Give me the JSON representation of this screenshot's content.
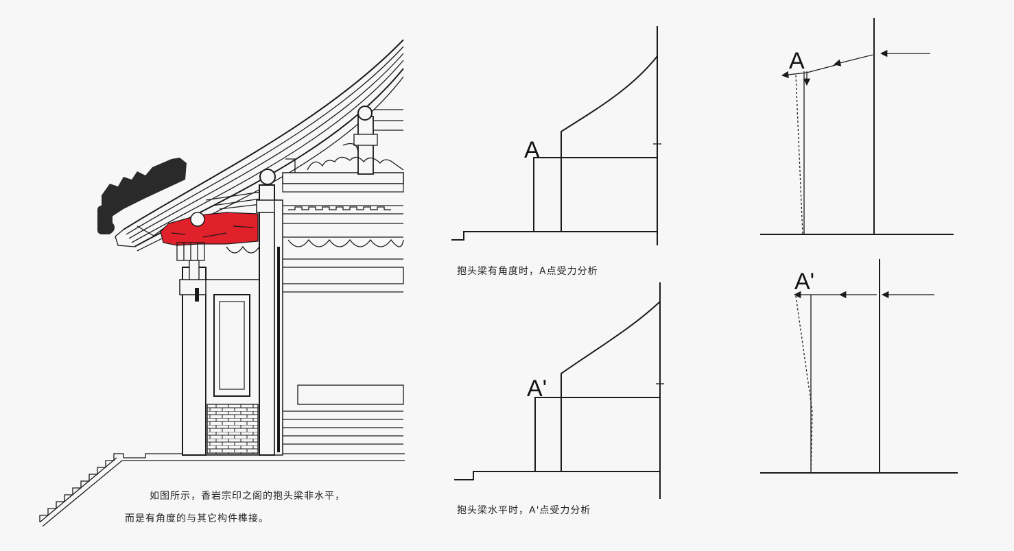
{
  "building_caption": {
    "line1": "如图所示，香岩宗印之阁的抱头梁非水平，",
    "line2": "而是有角度的与其它构件榫接。"
  },
  "top_diagram": {
    "point_label": "A",
    "caption": "抱头梁有角度时，A点受力分析"
  },
  "bottom_diagram": {
    "point_label": "A'",
    "caption": "抱头梁水平时，A'点受力分析"
  },
  "top_force": {
    "point_label": "A"
  },
  "bottom_force": {
    "point_label": "A'"
  },
  "colors": {
    "beam_highlight": "#e0202a",
    "line": "#1a1a1a",
    "background": "#f7f7f7"
  }
}
